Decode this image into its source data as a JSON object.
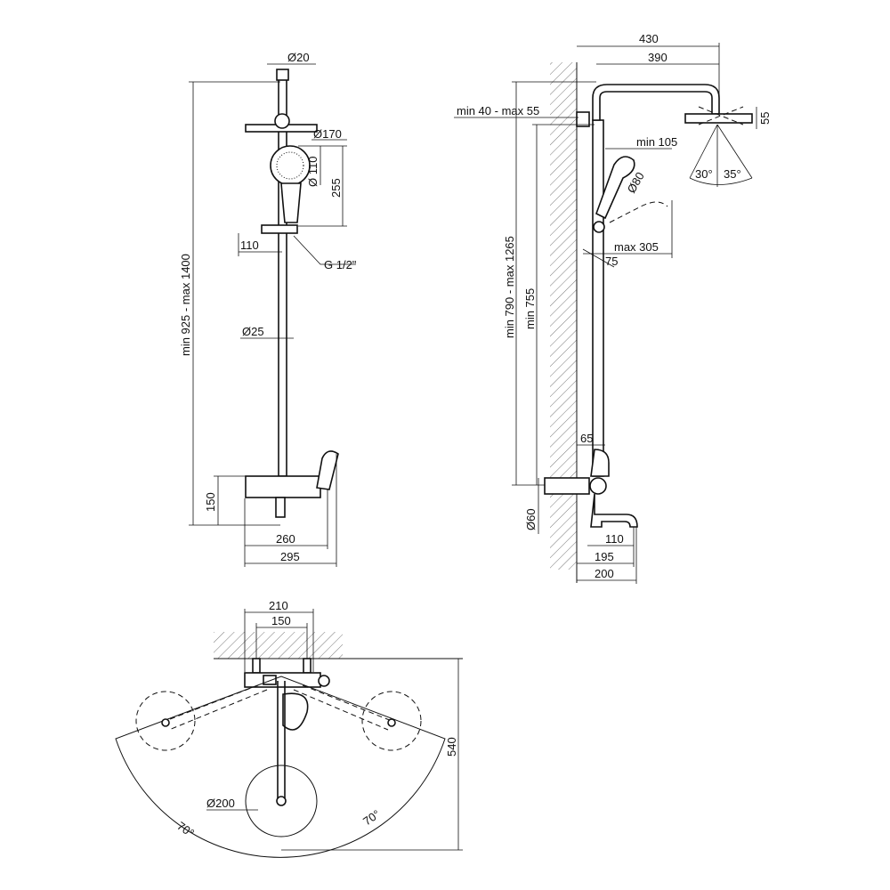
{
  "front_view": {
    "d_top": "Ø20",
    "d_head": "Ø170",
    "d_hand": "Ø 110",
    "h_hand": "255",
    "w_holder": "110",
    "thread": "G 1/2\"",
    "d_rod": "Ø25",
    "height_range": "min 925 - max 1400",
    "h_mixer": "150",
    "w_260": "260",
    "w_295": "295"
  },
  "side_view": {
    "w_430": "430",
    "w_390": "390",
    "wall_gap": "min 40 - max 55",
    "h_head": "55",
    "min_105": "min 105",
    "d_hand": "Ø80",
    "angle_left": "30°",
    "angle_right": "35°",
    "max_305": "max 305",
    "offset_75": "75",
    "height_range": "min 790 - max 1265",
    "min_755": "min 755",
    "off_65": "65",
    "d_60": "Ø60",
    "w_110": "110",
    "w_195": "195",
    "w_200": "200"
  },
  "top_view": {
    "w_210": "210",
    "w_150": "150",
    "depth_540": "540",
    "d_200": "Ø200",
    "angle_left": "70°",
    "angle_right": "70°"
  }
}
